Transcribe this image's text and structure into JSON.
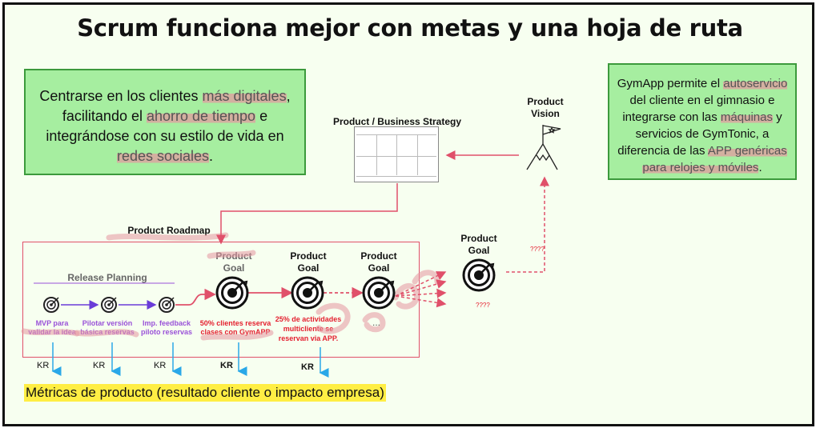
{
  "title": "Scrum funciona mejor con metas y una hoja de ruta",
  "left_box": {
    "p1": "Centrarse en los clientes ",
    "h1": "más digitales",
    "p2": ", facilitando el ",
    "h2": "ahorro de tiempo",
    "p3": " e integrándose con su estilo de vida en ",
    "h3": "redes sociales",
    "p4": "."
  },
  "right_box": {
    "p1": "GymApp permite el ",
    "h1": "autoservicio",
    "p2": " del cliente en el gimnasio e integrarse con las ",
    "h2": "máquinas",
    "p3": " y servicios de GymTonic, a diferencia de las ",
    "h3": "APP genéricas para relojes y móviles",
    "p4": "."
  },
  "labels": {
    "strategy": "Product  / Business Strategy",
    "vision_1": "Product",
    "vision_2": "Vision",
    "roadmap": "Product  Roadmap",
    "release_planning": "Release Planning",
    "product_goal_1": "Product",
    "product_goal_2": "Goal",
    "questions": "????",
    "ellipsis": "..."
  },
  "releases": [
    {
      "l1": "MVP para",
      "l2": "validar la idea"
    },
    {
      "l1": "Pilotar versión",
      "l2": "básica reservas"
    },
    {
      "l1": "Imp. feedback",
      "l2": "piloto reservas"
    }
  ],
  "goal_texts": {
    "g1_1": "50% clientes reserva",
    "g1_2": "clases con GymAPP",
    "g2_1": "25% de actividades",
    "g2_2": "multicliente se",
    "g2_3": "reservan via APP."
  },
  "kr": "KR",
  "metrics": "Métricas de producto (resultado cliente o impacto empresa)",
  "colors": {
    "green_box": "#a6eea0",
    "green_border": "#3c9a3c",
    "accent_red": "#e0506a",
    "purple": "#9a52d8",
    "blue": "#2aa8e8",
    "highlight_yellow": "#ffee44"
  }
}
